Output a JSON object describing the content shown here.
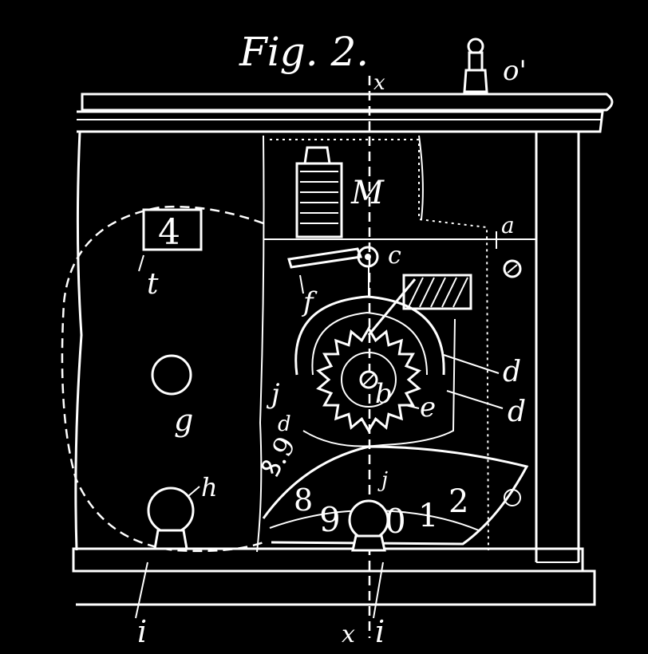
{
  "figure": {
    "title": "Fig. 2.",
    "labels": {
      "o_prime": "o'",
      "x_top": "x",
      "x_bottom": "x",
      "m": "M",
      "a": "a",
      "c": "c",
      "f": "f",
      "t": "t",
      "g": "g",
      "h": "h",
      "j_left": "j",
      "j_dial": "j",
      "d_left": "d",
      "d_right1": "d",
      "d_right2": "d",
      "b": "b",
      "e": "e",
      "i_left": "i",
      "i_bottom": "i",
      "display_digit": "4"
    },
    "dial_numbers": [
      "8",
      "9",
      "0",
      "1",
      "2"
    ],
    "dial_extra": "9.",
    "dial_extra2": "ꝸ.9"
  }
}
